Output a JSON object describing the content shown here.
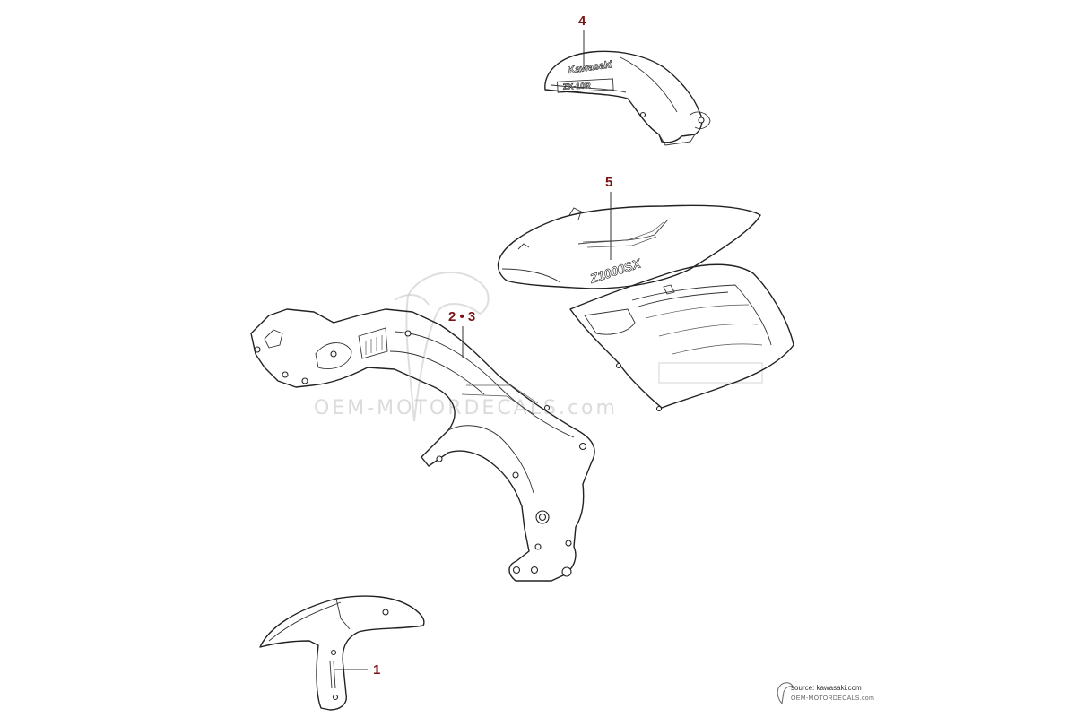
{
  "callouts": {
    "part1": "1",
    "part23": "2 • 3",
    "part4": "4",
    "part5": "5"
  },
  "decals": {
    "tank_brand": "Kawasaki",
    "tank_model": "ZX-10R",
    "fairing_model": "Z1000SX"
  },
  "watermark": {
    "text": "OEM-MOTORDECALS.com",
    "logo": "bird-logo-icon"
  },
  "source": {
    "line1": "source: kawasaki.com",
    "line2": "OEM-MOTORDECALS.com"
  },
  "colors": {
    "callout": "#7a1414",
    "line": "#222222",
    "watermark": "#bfbfbf"
  }
}
